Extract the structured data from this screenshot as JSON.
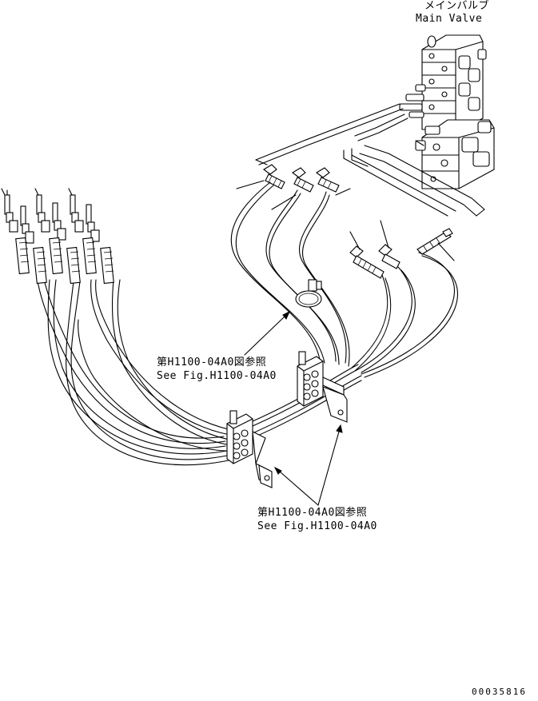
{
  "labels": {
    "main_valve_jp": "メインバルブ",
    "main_valve_en": "Main Valve",
    "ref_upper_jp": "第H1100-04A0図参照",
    "ref_upper_en": "See Fig.H1100-04A0",
    "ref_lower_jp": "第H1100-04A0図参照",
    "ref_lower_en": "See Fig.H1100-04A0",
    "drawing_number": "00035816"
  }
}
